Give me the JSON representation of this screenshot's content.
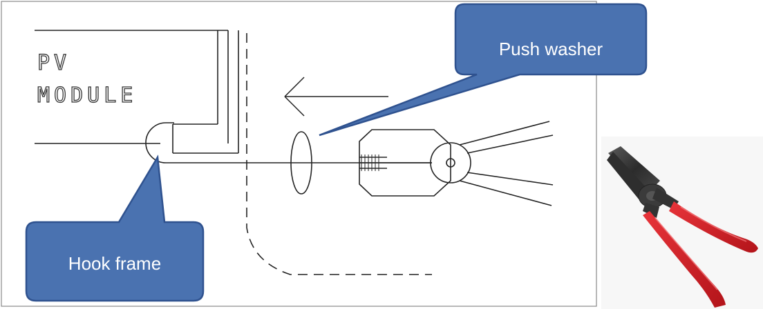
{
  "diagram": {
    "module_label_line1": "PV",
    "module_label_line2": "MODULE",
    "callouts": {
      "push_washer": "Push washer",
      "hook_frame": "Hook frame"
    }
  },
  "colors": {
    "callout_fill": "#4a72b0",
    "callout_border": "#2f528f",
    "pliers_handle": "#d01c22",
    "pliers_metal": "#3a3a3a",
    "line": "#222222"
  },
  "icons": {
    "tool": "pliers-icon",
    "direction": "arrow-left-icon"
  }
}
